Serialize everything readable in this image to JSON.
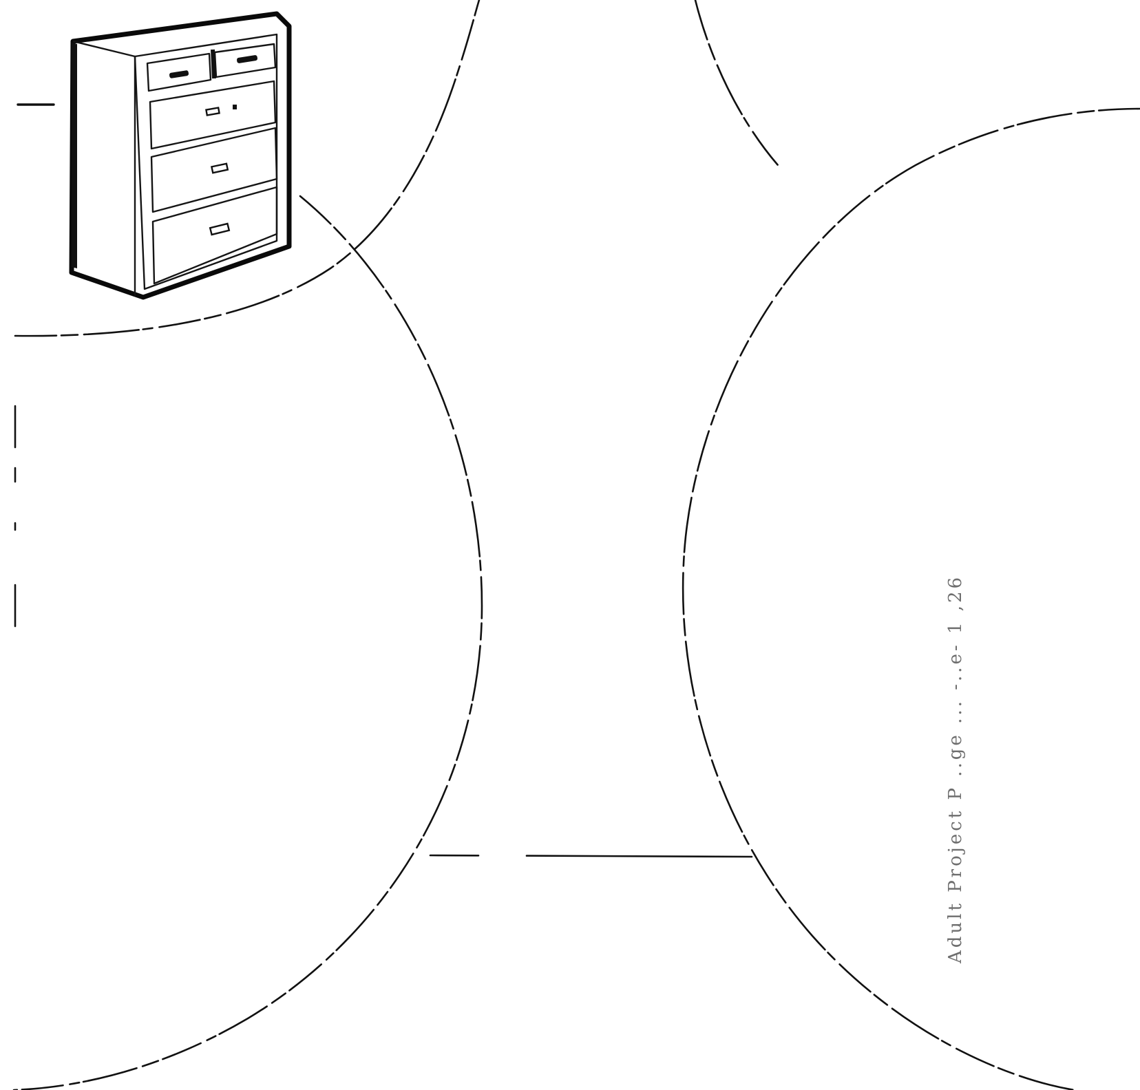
{
  "figure": {
    "background": "#ffffff",
    "ink_color": "#111111",
    "objects": [
      {
        "name": "chest-of-drawers-icon",
        "drawers": 5
      },
      {
        "name": "circle-region",
        "count": 4
      }
    ]
  },
  "margin_caption": {
    "text": "Adult Project P ..ge ... -..e- 1 ,26",
    "color": "#555555"
  }
}
